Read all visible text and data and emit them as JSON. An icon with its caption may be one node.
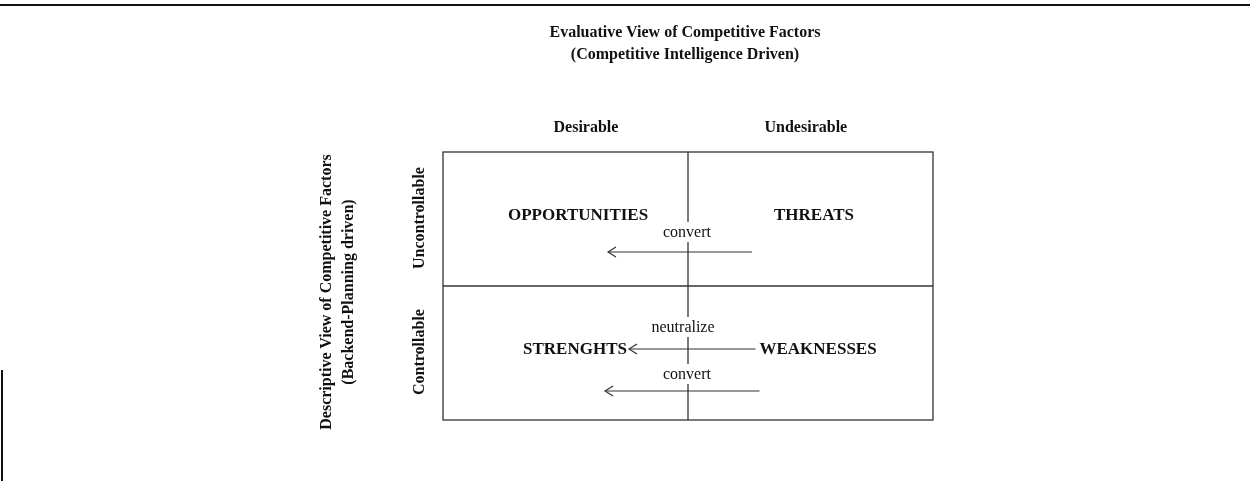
{
  "diagram": {
    "title": "Evaluative View of Competitive Factors (Competitive Intelligence Driven)",
    "nodes": [
      {
        "text": [
          "OPPORTUNITIES"
        ]
      },
      {
        "text": [
          "THREATS"
        ]
      },
      {
        "text": [
          "STRENGHTS"
        ]
      },
      {
        "text": [
          "WEAKNESSES"
        ]
      }
    ],
    "edges": [
      {
        "from": 1,
        "to": 0,
        "arrow": "to",
        "label": "convert"
      },
      {
        "from": 3,
        "to": 2,
        "arrow": "to",
        "label": "neutralize"
      },
      {
        "from": 3,
        "to": 2,
        "arrow": "to",
        "label": "convert"
      }
    ],
    "labels": [
      "Descriptive View of Competitive Factors (Backend-Planning driven)",
      "Desirable",
      "Undesirable",
      "Uncontrollable",
      "Controllable"
    ]
  }
}
